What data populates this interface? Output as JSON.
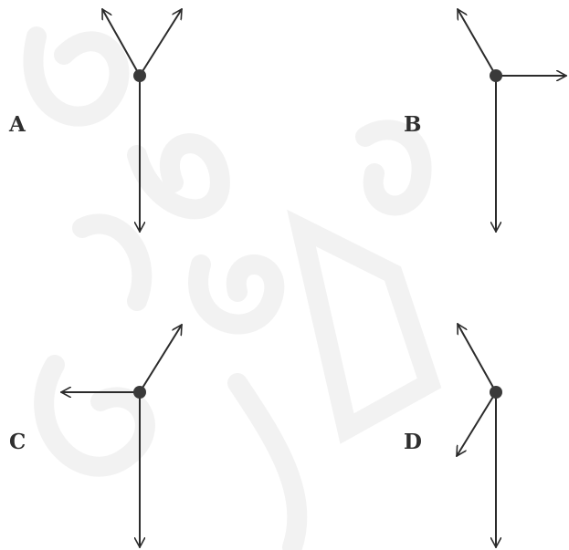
{
  "panels": [
    {
      "id": "A",
      "label": "A"
    },
    {
      "id": "B",
      "label": "B"
    },
    {
      "id": "C",
      "label": "C"
    },
    {
      "id": "D",
      "label": "D"
    }
  ],
  "colors": {
    "ink": "#2b2b2b",
    "dot": "#3a3a3a",
    "watermark": "#f1f1f1"
  }
}
